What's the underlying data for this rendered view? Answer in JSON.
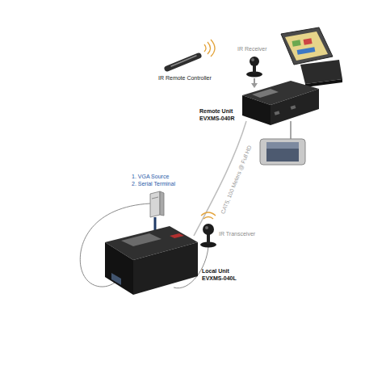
{
  "diagram": {
    "labels": [
      "IR Receiver",
      "IR Remote Controller",
      "Remote Unit",
      "EVXMS-040R",
      "CAT5, 100 Meters @ Full HD",
      "1. VGA Source",
      "2. Serial Terminal",
      "IR Transceiver",
      "Local Unit",
      "EVXMS-040L"
    ]
  }
}
